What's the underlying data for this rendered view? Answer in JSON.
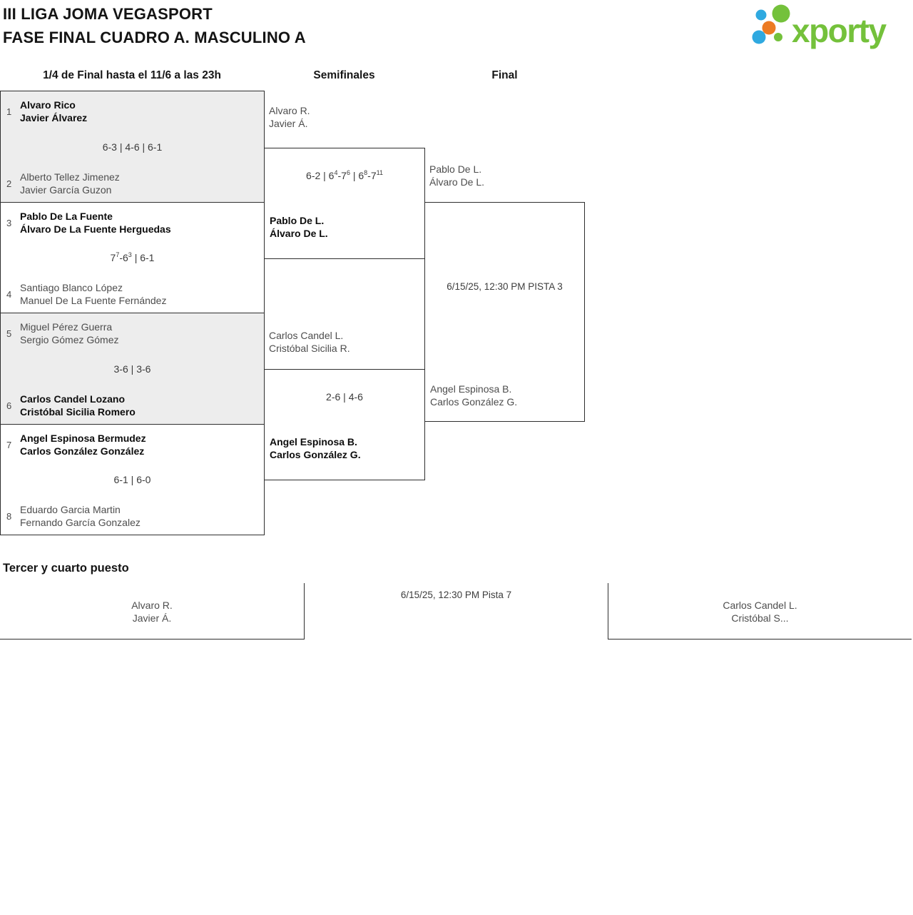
{
  "header": {
    "title_line1": "III LIGA JOMA VEGASPORT",
    "title_line2": "FASE FINAL CUADRO A. MASCULINO A",
    "logo_text": "xporty"
  },
  "colors": {
    "logo_green": "#74c13b",
    "logo_blue": "#2fa9e0",
    "logo_orange": "#ec7b23",
    "box_shade_gray": "#ededed",
    "border_dark": "#2e2e2e"
  },
  "rounds": [
    {
      "label": "1/4 de Final hasta el 11/6 a las 23h"
    },
    {
      "label": "Semifinales"
    },
    {
      "label": "Final"
    }
  ],
  "quarterfinals": [
    {
      "top": {
        "seed": "1",
        "lines": [
          "Alvaro Rico",
          "Javier Álvarez"
        ],
        "winner": true
      },
      "score": "6-3 | 4-6 | 6-1",
      "bottom": {
        "seed": "2",
        "lines": [
          "Alberto Tellez Jimenez",
          "Javier García Guzon"
        ],
        "winner": false
      }
    },
    {
      "top": {
        "seed": "3",
        "lines": [
          "Pablo De La Fuente",
          "Álvaro De La Fuente Herguedas"
        ],
        "winner": true
      },
      "score": "7^7-6^3 | 6-1",
      "bottom": {
        "seed": "4",
        "lines": [
          "Santiago Blanco López",
          "Manuel De La Fuente Fernández"
        ],
        "winner": false
      }
    },
    {
      "top": {
        "seed": "5",
        "lines": [
          "Miguel Pérez Guerra",
          "Sergio Gómez Gómez"
        ],
        "winner": false
      },
      "score": "3-6 | 3-6",
      "bottom": {
        "seed": "6",
        "lines": [
          "Carlos Candel Lozano",
          "Cristóbal Sicilia Romero"
        ],
        "winner": true
      }
    },
    {
      "top": {
        "seed": "7",
        "lines": [
          "Angel Espinosa Bermudez",
          "Carlos González González"
        ],
        "winner": true
      },
      "score": "6-1 | 6-0",
      "bottom": {
        "seed": "8",
        "lines": [
          "Eduardo Garcia Martin",
          "Fernando García Gonzalez"
        ],
        "winner": false
      }
    }
  ],
  "semifinals": [
    {
      "entrant_top": {
        "lines": [
          "Alvaro R.",
          "Javier Á."
        ],
        "winner": false
      },
      "score": "6-2 | 6^4-7^6 | 6^8-7^11",
      "winner_bottom": {
        "lines": [
          "Pablo De L.",
          "Álvaro De L."
        ],
        "winner": true
      }
    },
    {
      "entrant_top": {
        "lines": [
          "Carlos Candel L.",
          "Cristóbal Sicilia R."
        ],
        "winner": false
      },
      "score": "2-6 | 4-6",
      "winner_bottom": {
        "lines": [
          "Angel Espinosa B.",
          "Carlos González G."
        ],
        "winner": true
      }
    }
  ],
  "final": {
    "team_top": {
      "lines": [
        "Pablo De L.",
        "Álvaro De L."
      ],
      "winner": false
    },
    "schedule": "6/15/25, 12:30 PM PISTA 3",
    "team_bottom": {
      "lines": [
        "Angel Espinosa B.",
        "Carlos González G."
      ],
      "winner": false
    }
  },
  "third_place": {
    "heading": "Tercer y cuarto puesto",
    "schedule": "6/15/25, 12:30 PM Pista 7",
    "team_left": {
      "lines": [
        "Alvaro R.",
        "Javier Á."
      ],
      "winner": false
    },
    "team_right": {
      "lines": [
        "Carlos Candel L.",
        "Cristóbal S..."
      ],
      "winner": false
    }
  }
}
